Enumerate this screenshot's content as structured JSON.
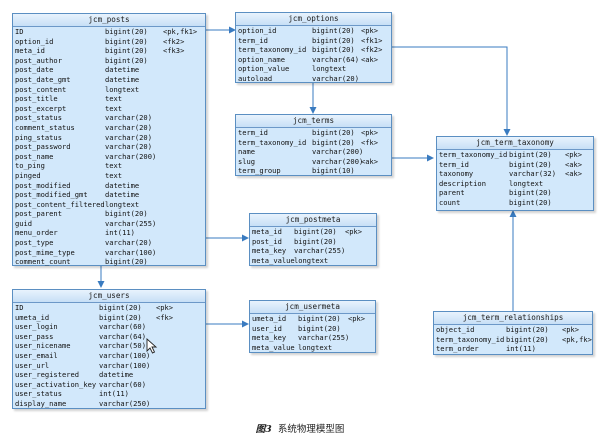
{
  "tables": [
    {
      "id": "jcm_posts",
      "name": "jcm_posts",
      "cols": [
        92,
        150
      ],
      "rows": [
        [
          "ID",
          "bigint(20)",
          "<pk,fk1>"
        ],
        [
          "option_id",
          "bigint(20)",
          "<fk2>"
        ],
        [
          "meta_id",
          "bigint(20)",
          "<fk3>"
        ],
        [
          "post_author",
          "bigint(20)",
          ""
        ],
        [
          "post_date",
          "datetime",
          ""
        ],
        [
          "post_date_gmt",
          "datetime",
          ""
        ],
        [
          "post_content",
          "longtext",
          ""
        ],
        [
          "post_title",
          "text",
          ""
        ],
        [
          "post_excerpt",
          "text",
          ""
        ],
        [
          "post_status",
          "varchar(20)",
          ""
        ],
        [
          "comment_status",
          "varchar(20)",
          ""
        ],
        [
          "ping_status",
          "varchar(20)",
          ""
        ],
        [
          "post_password",
          "varchar(20)",
          ""
        ],
        [
          "post_name",
          "varchar(200)",
          ""
        ],
        [
          "to_ping",
          "text",
          ""
        ],
        [
          "pinged",
          "text",
          ""
        ],
        [
          "post_modified",
          "datetime",
          ""
        ],
        [
          "post_modified_gmt",
          "datetime",
          ""
        ],
        [
          "post_content_filtered",
          "longtext",
          ""
        ],
        [
          "post_parent",
          "bigint(20)",
          ""
        ],
        [
          "guid",
          "varchar(255)",
          ""
        ],
        [
          "menu_order",
          "int(11)",
          ""
        ],
        [
          "post_type",
          "varchar(20)",
          ""
        ],
        [
          "post_mime_type",
          "varchar(100)",
          ""
        ],
        [
          "comment_count",
          "bigint(20)",
          ""
        ]
      ]
    },
    {
      "id": "jcm_options",
      "name": "jcm_options",
      "cols": [
        76,
        125
      ],
      "rows": [
        [
          "option_id",
          "bigint(20)",
          "<pk>"
        ],
        [
          "term_id",
          "bigint(20)",
          "<fk1>"
        ],
        [
          "term_taxonomy_id",
          "bigint(20)",
          "<fk2>"
        ],
        [
          "option_name",
          "varchar(64)",
          "<ak>"
        ],
        [
          "option_value",
          "longtext",
          ""
        ],
        [
          "autoload",
          "varchar(20)",
          ""
        ]
      ]
    },
    {
      "id": "jcm_terms",
      "name": "jcm_terms",
      "cols": [
        76,
        125
      ],
      "rows": [
        [
          "term_id",
          "bigint(20)",
          "<pk>"
        ],
        [
          "term_taxonomy_id",
          "bigint(20)",
          "<fk>"
        ],
        [
          "name",
          "varchar(200)",
          ""
        ],
        [
          "slug",
          "varchar(200)",
          "<ak>"
        ],
        [
          "term_group",
          "bigint(10)",
          ""
        ]
      ]
    },
    {
      "id": "jcm_term_taxonomy",
      "name": "jcm_term_taxonomy",
      "cols": [
        72,
        128
      ],
      "rows": [
        [
          "term_taxonomy_id",
          "bigint(20)",
          "<pk>"
        ],
        [
          "term_id",
          "bigint(20)",
          "<ak>"
        ],
        [
          "taxonomy",
          "varchar(32)",
          "<ak>"
        ],
        [
          "description",
          "longtext",
          ""
        ],
        [
          "parent",
          "bigint(20)",
          ""
        ],
        [
          "count",
          "bigint(20)",
          ""
        ]
      ]
    },
    {
      "id": "jcm_postmeta",
      "name": "jcm_postmeta",
      "cols": [
        44,
        95
      ],
      "rows": [
        [
          "meta_id",
          "bigint(20)",
          "<pk>"
        ],
        [
          "post_id",
          "bigint(20)",
          ""
        ],
        [
          "meta_key",
          "varchar(255)",
          ""
        ],
        [
          "meta_value",
          "longtext",
          ""
        ]
      ]
    },
    {
      "id": "jcm_users",
      "name": "jcm_users",
      "cols": [
        86,
        143
      ],
      "rows": [
        [
          "ID",
          "bigint(20)",
          "<pk>"
        ],
        [
          "umeta_id",
          "bigint(20)",
          "<fk>"
        ],
        [
          "user_login",
          "varchar(60)",
          ""
        ],
        [
          "user_pass",
          "varchar(64)",
          ""
        ],
        [
          "user_nicename",
          "varchar(50)",
          ""
        ],
        [
          "user_email",
          "varchar(100)",
          ""
        ],
        [
          "user_url",
          "varchar(100)",
          ""
        ],
        [
          "user_registered",
          "datetime",
          ""
        ],
        [
          "user_activation_key",
          "varchar(60)",
          ""
        ],
        [
          "user_status",
          "int(11)",
          ""
        ],
        [
          "display_name",
          "varchar(250)",
          ""
        ]
      ]
    },
    {
      "id": "jcm_usermeta",
      "name": "jcm_usermeta",
      "cols": [
        48,
        98
      ],
      "rows": [
        [
          "umeta_id",
          "bigint(20)",
          "<pk>"
        ],
        [
          "user_id",
          "bigint(20)",
          ""
        ],
        [
          "meta_key",
          "varchar(255)",
          ""
        ],
        [
          "meta_value",
          "longtext",
          ""
        ]
      ]
    },
    {
      "id": "jcm_term_relationships",
      "name": "jcm_term_relationships",
      "cols": [
        72,
        128
      ],
      "rows": [
        [
          "object_id",
          "bigint(20)",
          "<pk>"
        ],
        [
          "term_taxonomy_id",
          "bigint(20)",
          "<pk,fk>"
        ],
        [
          "term_order",
          "int(11)",
          ""
        ]
      ]
    }
  ],
  "caption": {
    "figure_label": "图3",
    "title": "系统物理模型图"
  }
}
